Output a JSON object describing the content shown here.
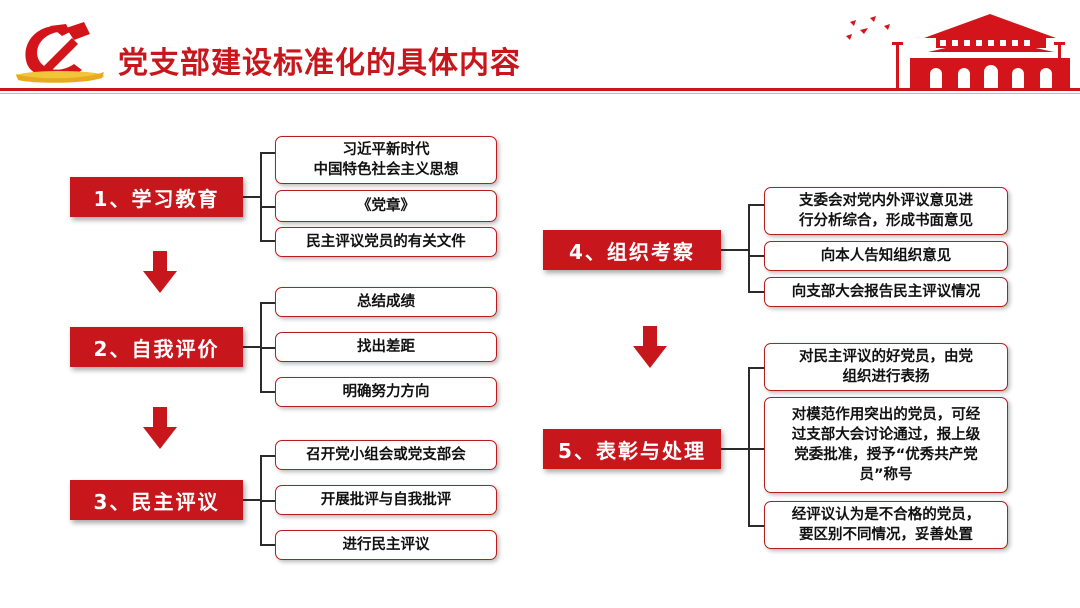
{
  "header": {
    "title": "党支部建设标准化的具体内容"
  },
  "colors": {
    "accent": "#c8161d",
    "gold": "#f0c53a"
  },
  "icons": {
    "emblem": "hammer-sickle-emblem",
    "building": "tiananmen-gate-illustration"
  },
  "stages": [
    {
      "label": "1、学习教育",
      "items": [
        "习近平新时代\n中国特色社会主义思想",
        "《党章》",
        "民主评议党员的有关文件"
      ]
    },
    {
      "label": "2、自我评价",
      "items": [
        "总结成绩",
        "找出差距",
        "明确努力方向"
      ]
    },
    {
      "label": "3、民主评议",
      "items": [
        "召开党小组会或党支部会",
        "开展批评与自我批评",
        "进行民主评议"
      ]
    },
    {
      "label": "4、组织考察",
      "items": [
        "支委会对党内外评议意见进\n行分析综合，形成书面意见",
        "向本人告知组织意见",
        "向支部大会报告民主评议情况"
      ]
    },
    {
      "label": "5、表彰与处理",
      "items": [
        "对民主评议的好党员，由党\n组织进行表扬",
        "对模范作用突出的党员，可经\n过支部大会讨论通过，报上级\n党委批准，授予“优秀共产党\n员”称号",
        "经评议认为是不合格的党员，\n要区别不同情况，妥善处置"
      ]
    }
  ]
}
